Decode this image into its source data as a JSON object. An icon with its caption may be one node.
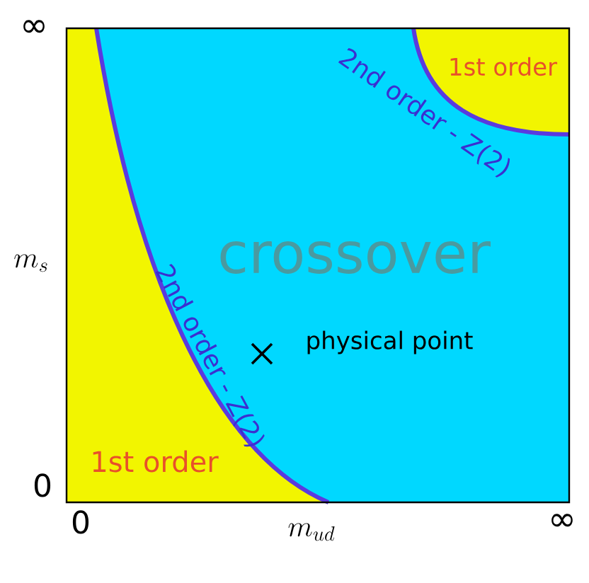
{
  "diagram": {
    "labels": [
      "∞",
      "m_s",
      "0",
      "0",
      "m_{ud}",
      "∞",
      "1st order",
      "2nd order - Z(2)",
      "crossover",
      "2nd order - Z(2)",
      "physical point",
      "1st order"
    ]
  }
}
